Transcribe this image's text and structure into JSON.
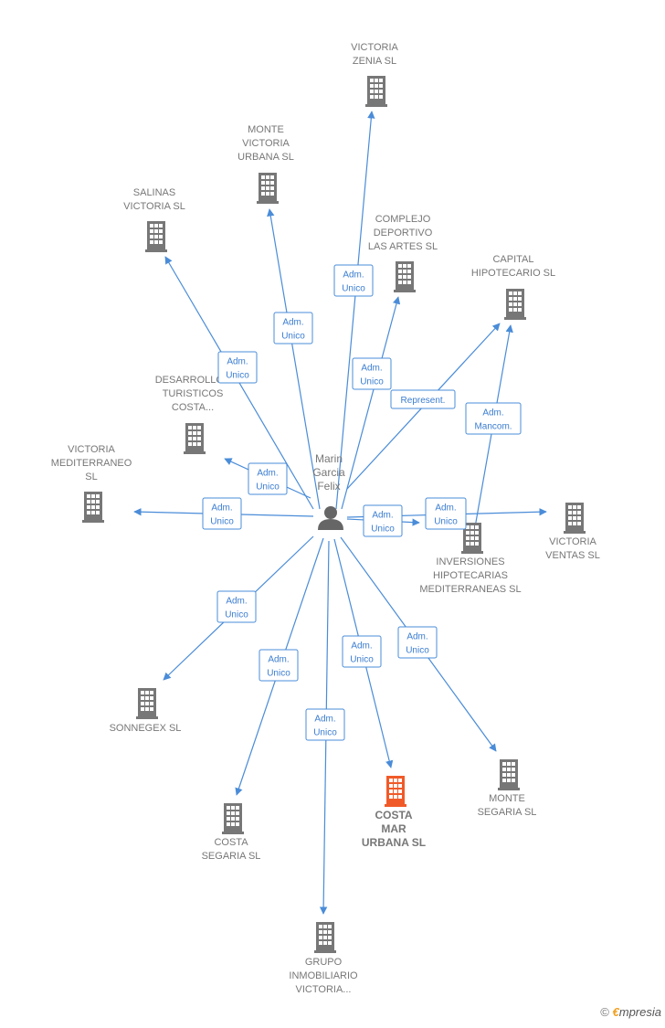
{
  "center": {
    "label": [
      "Marin",
      "Garcia",
      "Felix"
    ],
    "icon": "person-icon",
    "color": "#666666"
  },
  "colors": {
    "edge": "#4a8cd8",
    "node": "#777777",
    "highlight": "#f05a28"
  },
  "nodes": [
    {
      "id": "victoria-zenia",
      "label": [
        "VICTORIA",
        "ZENIA  SL"
      ],
      "icon": "building-icon"
    },
    {
      "id": "monte-victoria-urbana",
      "label": [
        "MONTE",
        "VICTORIA",
        "URBANA  SL"
      ],
      "icon": "building-icon"
    },
    {
      "id": "salinas-victoria",
      "label": [
        "SALINAS",
        "VICTORIA  SL"
      ],
      "icon": "building-icon"
    },
    {
      "id": "complejo-deportivo",
      "label": [
        "COMPLEJO",
        "DEPORTIVO",
        "LAS ARTES  SL"
      ],
      "icon": "building-icon"
    },
    {
      "id": "capital-hipotecario",
      "label": [
        "CAPITAL",
        "HIPOTECARIO SL"
      ],
      "icon": "building-icon"
    },
    {
      "id": "desarrollos-turisticos",
      "label": [
        "DESARROLLOS",
        "TURISTICOS",
        "COSTA..."
      ],
      "icon": "building-icon"
    },
    {
      "id": "victoria-mediterraneo",
      "label": [
        "VICTORIA",
        "MEDITERRANEO",
        "SL"
      ],
      "icon": "building-icon"
    },
    {
      "id": "inversiones-hipotecarias",
      "label": [
        "INVERSIONES",
        "HIPOTECARIAS",
        "MEDITERRANEAS SL"
      ],
      "icon": "building-icon"
    },
    {
      "id": "victoria-ventas",
      "label": [
        "VICTORIA",
        "VENTAS SL"
      ],
      "icon": "building-icon"
    },
    {
      "id": "sonnegex",
      "label": [
        "SONNEGEX  SL"
      ],
      "icon": "building-icon"
    },
    {
      "id": "costa-segaria",
      "label": [
        "COSTA",
        "SEGARIA  SL"
      ],
      "icon": "building-icon"
    },
    {
      "id": "costa-mar-urbana",
      "label": [
        "COSTA",
        "MAR",
        "URBANA  SL"
      ],
      "icon": "building-icon",
      "highlight": true
    },
    {
      "id": "monte-segaria",
      "label": [
        "MONTE",
        "SEGARIA  SL"
      ],
      "icon": "building-icon"
    },
    {
      "id": "grupo-inmobiliario",
      "label": [
        "GRUPO",
        "INMOBILIARIO",
        "VICTORIA..."
      ],
      "icon": "building-icon"
    }
  ],
  "edges": [
    {
      "to": "victoria-zenia",
      "label": [
        "Adm.",
        "Unico"
      ]
    },
    {
      "to": "monte-victoria-urbana",
      "label": [
        "Adm.",
        "Unico"
      ]
    },
    {
      "to": "salinas-victoria",
      "label": [
        "Adm.",
        "Unico"
      ]
    },
    {
      "to": "complejo-deportivo",
      "label": [
        "Adm.",
        "Unico"
      ]
    },
    {
      "to": "capital-hipotecario",
      "label": [
        "Represent."
      ]
    },
    {
      "to": "capital-hipotecario-2",
      "label": [
        "Adm.",
        "Mancom."
      ]
    },
    {
      "to": "desarrollos-turisticos",
      "label": [
        "Adm.",
        "Unico"
      ]
    },
    {
      "to": "victoria-mediterraneo",
      "label": [
        "Adm.",
        "Unico"
      ]
    },
    {
      "to": "inversiones-hipotecarias",
      "label": [
        "Adm.",
        "Unico"
      ]
    },
    {
      "to": "victoria-ventas",
      "label": [
        "Adm.",
        "Unico"
      ]
    },
    {
      "to": "sonnegex",
      "label": [
        "Adm.",
        "Unico"
      ]
    },
    {
      "to": "costa-segaria",
      "label": [
        "Adm.",
        "Unico"
      ]
    },
    {
      "to": "grupo-inmobiliario",
      "label": [
        "Adm.",
        "Unico"
      ]
    },
    {
      "to": "costa-mar-urbana",
      "label": [
        "Adm.",
        "Unico"
      ]
    },
    {
      "to": "monte-segaria",
      "label": [
        "Adm.",
        "Unico"
      ]
    }
  ],
  "footer": {
    "copyright": "©",
    "brand_initial": "€",
    "brand_rest": "mpresia"
  }
}
